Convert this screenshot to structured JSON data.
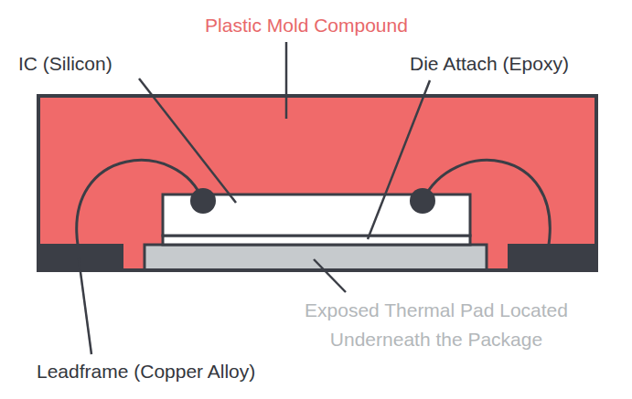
{
  "diagram": {
    "labels": [
      "Plastic Mold Compound",
      "IC (Silicon)",
      "Die Attach (Epoxy)",
      "Exposed Thermal Pad Located Underneath the Package",
      "Leadframe (Copper Alloy)"
    ]
  }
}
